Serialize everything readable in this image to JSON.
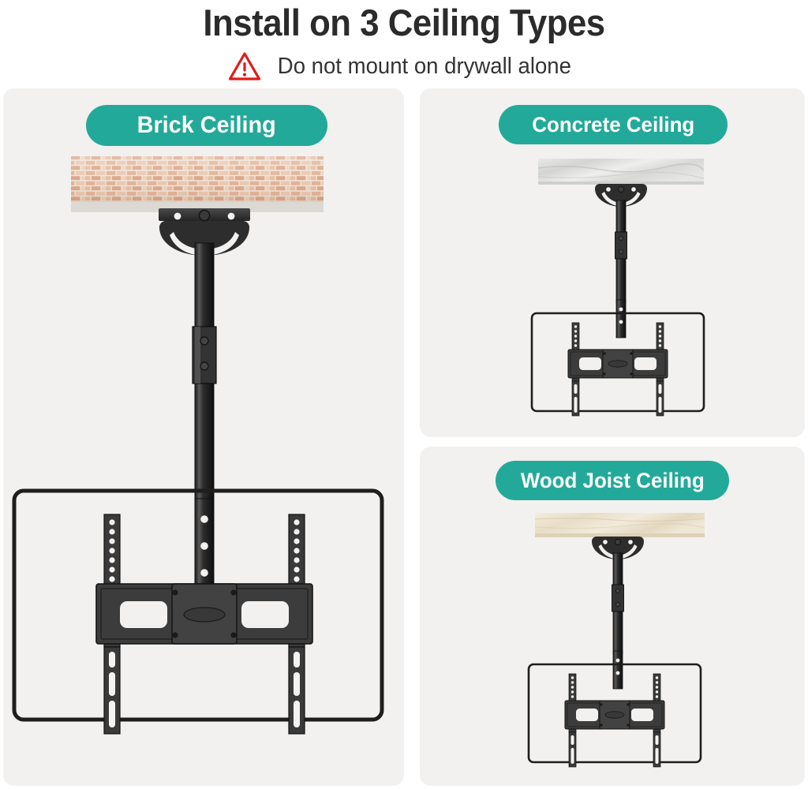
{
  "header": {
    "title": "Install on 3 Ceiling Types",
    "warning_icon": "warning-triangle-icon",
    "subtitle": "Do not mount on drywall alone"
  },
  "colors": {
    "accent_teal": "#23a99a",
    "title_text": "#2b2b2b",
    "subtitle_text": "#333333",
    "panel_background": "#f2f1ef",
    "page_background": "#ffffff",
    "warning_red": "#e01b18",
    "hardware_black": "#2e2e2e",
    "brick_tan": "#d8b49a",
    "concrete_gray": "#dcdcda",
    "wood_cream": "#ece2cd"
  },
  "panels": [
    {
      "id": "brick",
      "label": "Brick Ceiling",
      "ceiling_material": "brick",
      "mount_parts": [
        "ceiling-plate",
        "telescoping-pole",
        "pole-adjustment-collar",
        "tv-bracket",
        "tv-outline"
      ]
    },
    {
      "id": "concrete",
      "label": "Concrete Ceiling",
      "ceiling_material": "concrete",
      "mount_parts": [
        "ceiling-plate",
        "telescoping-pole",
        "pole-adjustment-collar",
        "tv-bracket",
        "tv-outline"
      ]
    },
    {
      "id": "wood",
      "label": "Wood Joist Ceiling",
      "ceiling_material": "wood",
      "mount_parts": [
        "ceiling-plate",
        "telescoping-pole",
        "pole-adjustment-collar",
        "tv-bracket",
        "tv-outline"
      ]
    }
  ]
}
